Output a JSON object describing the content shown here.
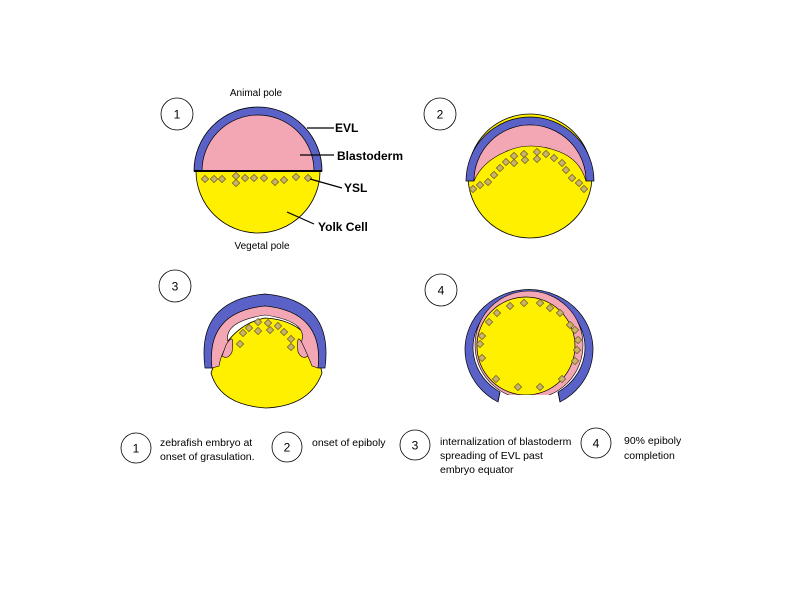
{
  "colors": {
    "evl": "#5a62c8",
    "blastoderm": "#f3a6b4",
    "yolk": "#fff000",
    "ysl_nuclei": "#c8b46a",
    "outline": "#000000"
  },
  "stage1": {
    "number": "1",
    "top_label": "Animal pole",
    "bottom_label": "Vegetal pole",
    "callouts": {
      "evl": "EVL",
      "blastoderm": "Blastoderm",
      "ysl": "YSL",
      "yolk": "Yolk Cell"
    }
  },
  "stage2": {
    "number": "2"
  },
  "stage3": {
    "number": "3"
  },
  "stage4": {
    "number": "4"
  },
  "legend": [
    {
      "number": "1",
      "line1": "zebrafish embryo at",
      "line2": "onset of grasulation.",
      "line3": ""
    },
    {
      "number": "2",
      "line1": "onset of epiboly",
      "line2": "",
      "line3": ""
    },
    {
      "number": "3",
      "line1": "internalization of blastoderm",
      "line2": "spreading of EVL past",
      "line3": "embryo equator"
    },
    {
      "number": "4",
      "line1": "90% epiboly",
      "line2": "completion",
      "line3": ""
    }
  ]
}
